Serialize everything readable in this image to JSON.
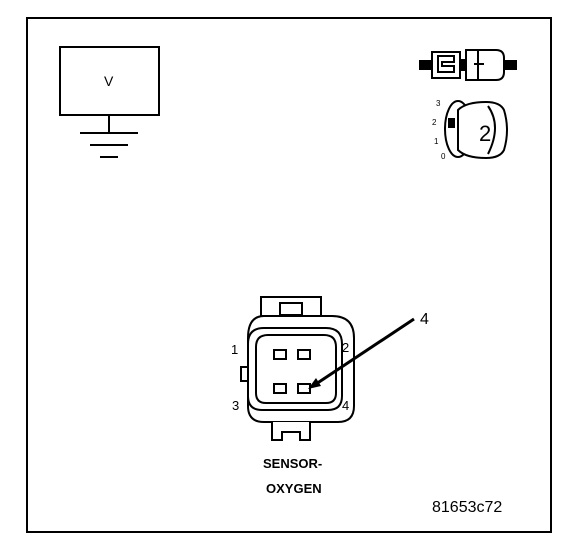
{
  "meter": {
    "label": "V"
  },
  "key_switch": {
    "positions": [
      "3",
      "2",
      "1",
      "0"
    ],
    "position_label": "2"
  },
  "connector": {
    "pins": {
      "p1": "1",
      "p2": "2",
      "p3": "3",
      "p4": "4"
    },
    "callout": "4",
    "name_line1": "SENSOR-",
    "name_line2": "OXYGEN"
  },
  "figure_id": "81653c72"
}
